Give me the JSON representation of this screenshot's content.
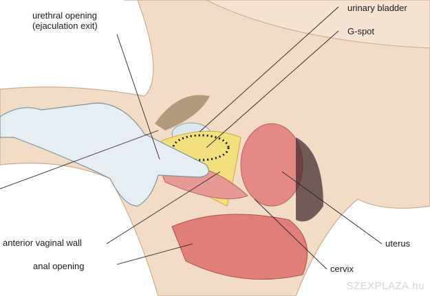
{
  "labels": {
    "urethral_opening_1": "urethral opening",
    "urethral_opening_2": "(ejaculation exit)",
    "urinary_bladder": "urinary bladder",
    "g_spot": "G-spot",
    "anterior_vaginal_wall": "anterior vaginal wall",
    "anal_opening": "anal opening",
    "uterus": "uterus",
    "cervix": "cervix"
  },
  "watermark": "SZEXPLAZA.hu",
  "colors": {
    "skin": "#f3dcc6",
    "tissue": "#e79a94",
    "fat": "#f2df7e",
    "glove": "#e6eef3",
    "line": "#222222"
  }
}
